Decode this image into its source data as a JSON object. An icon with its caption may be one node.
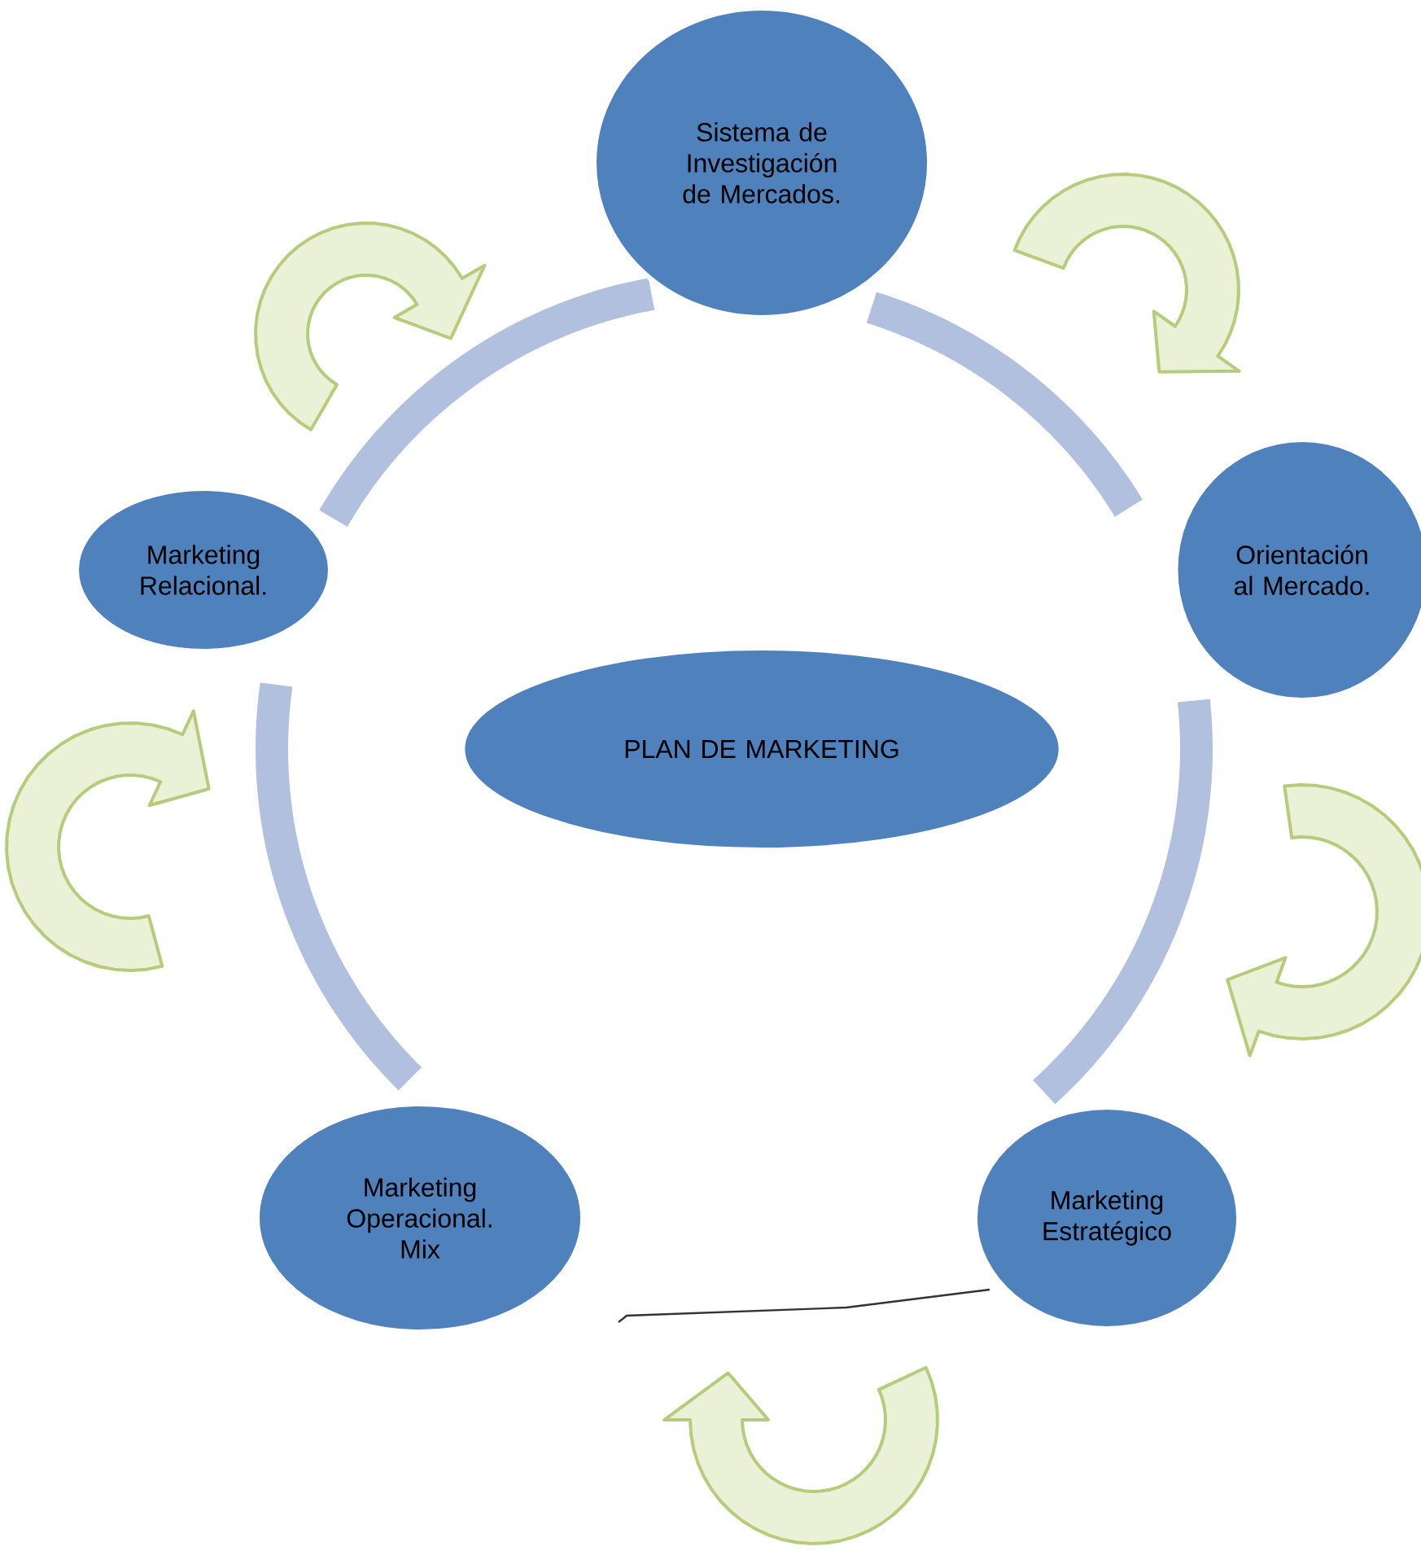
{
  "diagram": {
    "nodes": [
      {
        "text": [
          "Sistema de Investigación de Mercados."
        ]
      },
      {
        "text": [
          "Orientación al Mercado."
        ]
      },
      {
        "text": [
          "Marketing Estratégico"
        ]
      },
      {
        "text": [
          "Marketing Operacional. Mix"
        ]
      },
      {
        "text": [
          "Marketing Relacional."
        ]
      },
      {
        "text": [
          "PLAN DE MARKETING"
        ]
      }
    ],
    "edges": [
      {
        "from": 0,
        "to": 1,
        "arrow": "none"
      },
      {
        "from": 1,
        "to": 2,
        "arrow": "none"
      },
      {
        "from": 2,
        "to": 3,
        "arrow": "none",
        "color": "#333333"
      },
      {
        "from": 3,
        "to": 4,
        "arrow": "none"
      },
      {
        "from": 4,
        "to": 0,
        "arrow": "none"
      }
    ]
  }
}
